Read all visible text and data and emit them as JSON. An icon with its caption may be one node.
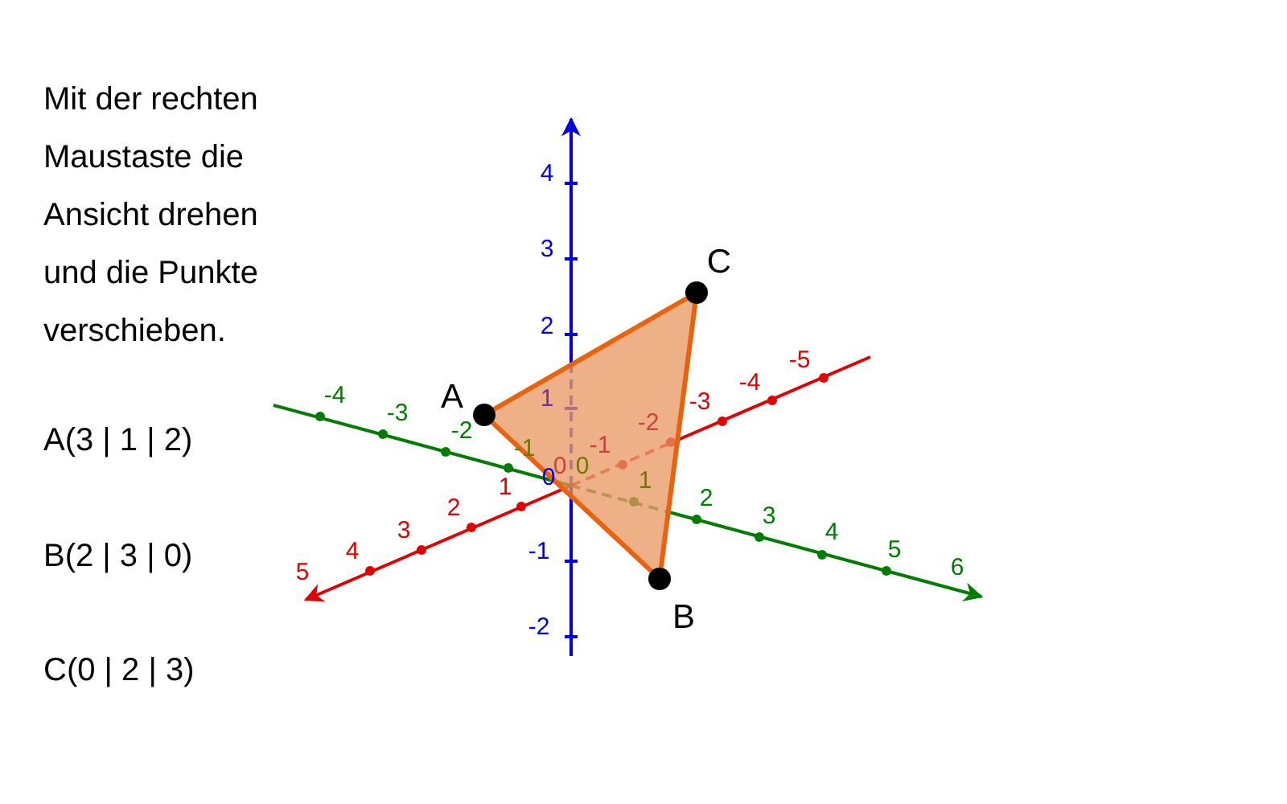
{
  "diagram": {
    "nodes": [
      {
        "text": [],
        "shape": "circle",
        "beside": [
          "A"
        ]
      },
      {
        "text": [],
        "shape": "circle",
        "beside": [
          "B"
        ]
      },
      {
        "text": [],
        "shape": "circle",
        "beside": [
          "C"
        ]
      }
    ],
    "edges": [
      {
        "from": 0,
        "to": 2,
        "arrow": "none"
      },
      {
        "from": 2,
        "to": 1,
        "arrow": "none"
      },
      {
        "from": 1,
        "to": 0,
        "arrow": "none"
      }
    ],
    "labels": [
      "Mit der rechten Maustaste die Ansicht drehen und die Punkte verschieben.",
      "A(3 | 1 | 2)",
      "B(2 | 3 | 0)",
      "C(0 | 2 | 3)",
      "4",
      "3",
      "2",
      "1",
      "0",
      "-1",
      "-2",
      "-4",
      "-3",
      "-2",
      "-1",
      "0",
      "1",
      "2",
      "3",
      "4",
      "5",
      "6",
      "5",
      "4",
      "3",
      "2",
      "1",
      "0",
      "-1",
      "-2",
      "-3",
      "-4",
      "-5"
    ]
  }
}
